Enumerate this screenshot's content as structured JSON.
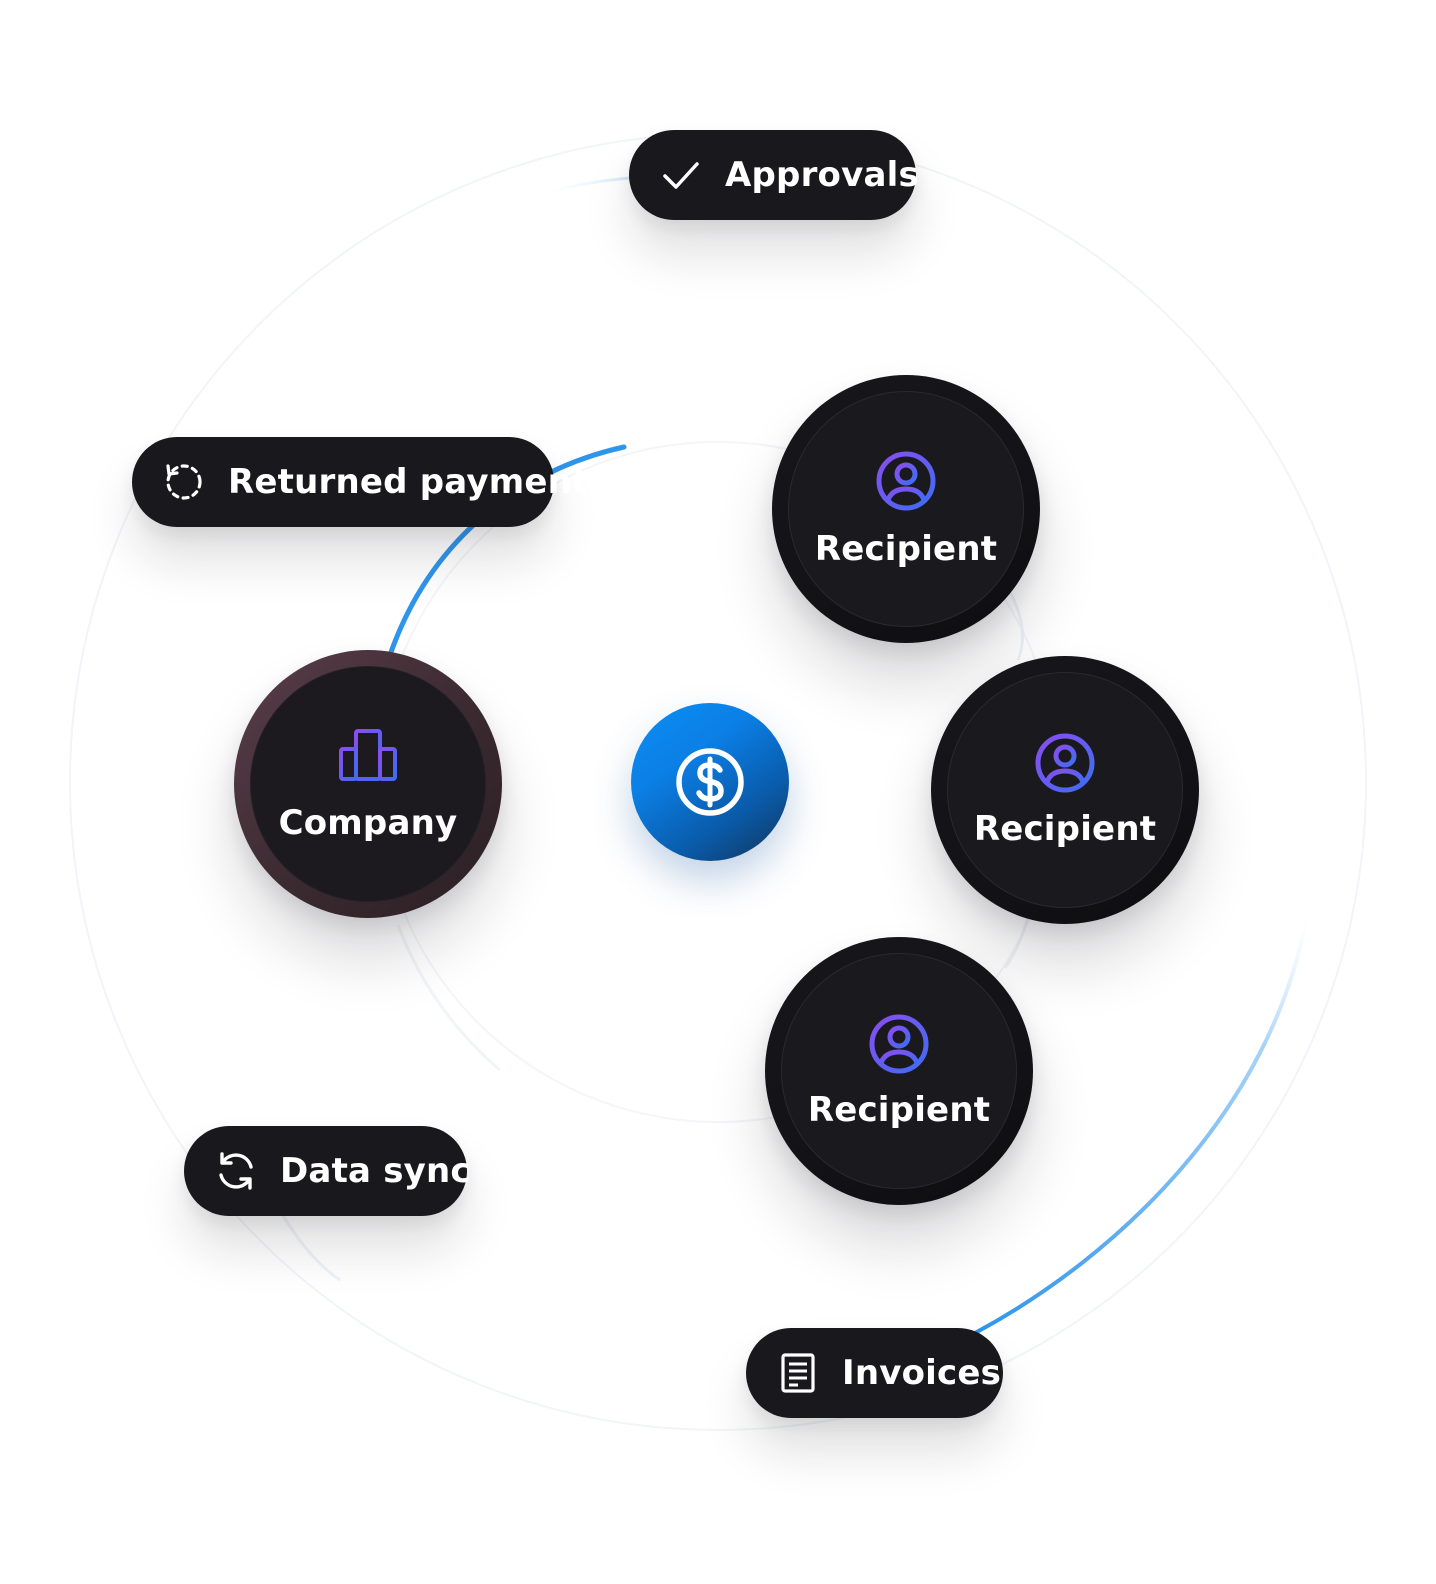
{
  "hub": {
    "icon": "dollar-circle-icon",
    "color_start": "#0a8ff5",
    "color_end": "#123458"
  },
  "pills": {
    "approvals": {
      "label": "Approvals",
      "icon": "check-icon"
    },
    "returned_payment": {
      "label": "Returned payment",
      "icon": "dashed-refresh-icon"
    },
    "data_sync": {
      "label": "Data sync",
      "icon": "sync-icon"
    },
    "invoices": {
      "label": "Invoices",
      "icon": "document-icon"
    }
  },
  "nodes": {
    "company": {
      "label": "Company",
      "icon": "building-icon"
    },
    "recipient_1": {
      "label": "Recipient",
      "icon": "user-circle-icon"
    },
    "recipient_2": {
      "label": "Recipient",
      "icon": "user-circle-icon"
    },
    "recipient_3": {
      "label": "Recipient",
      "icon": "user-circle-icon"
    }
  },
  "colors": {
    "pill_background": "#19191d",
    "node_background": "#1a1a1e",
    "orbit_line": "#2f95ea",
    "icon_gradient_start": "#8a4df0",
    "icon_gradient_end": "#3d6df2"
  }
}
